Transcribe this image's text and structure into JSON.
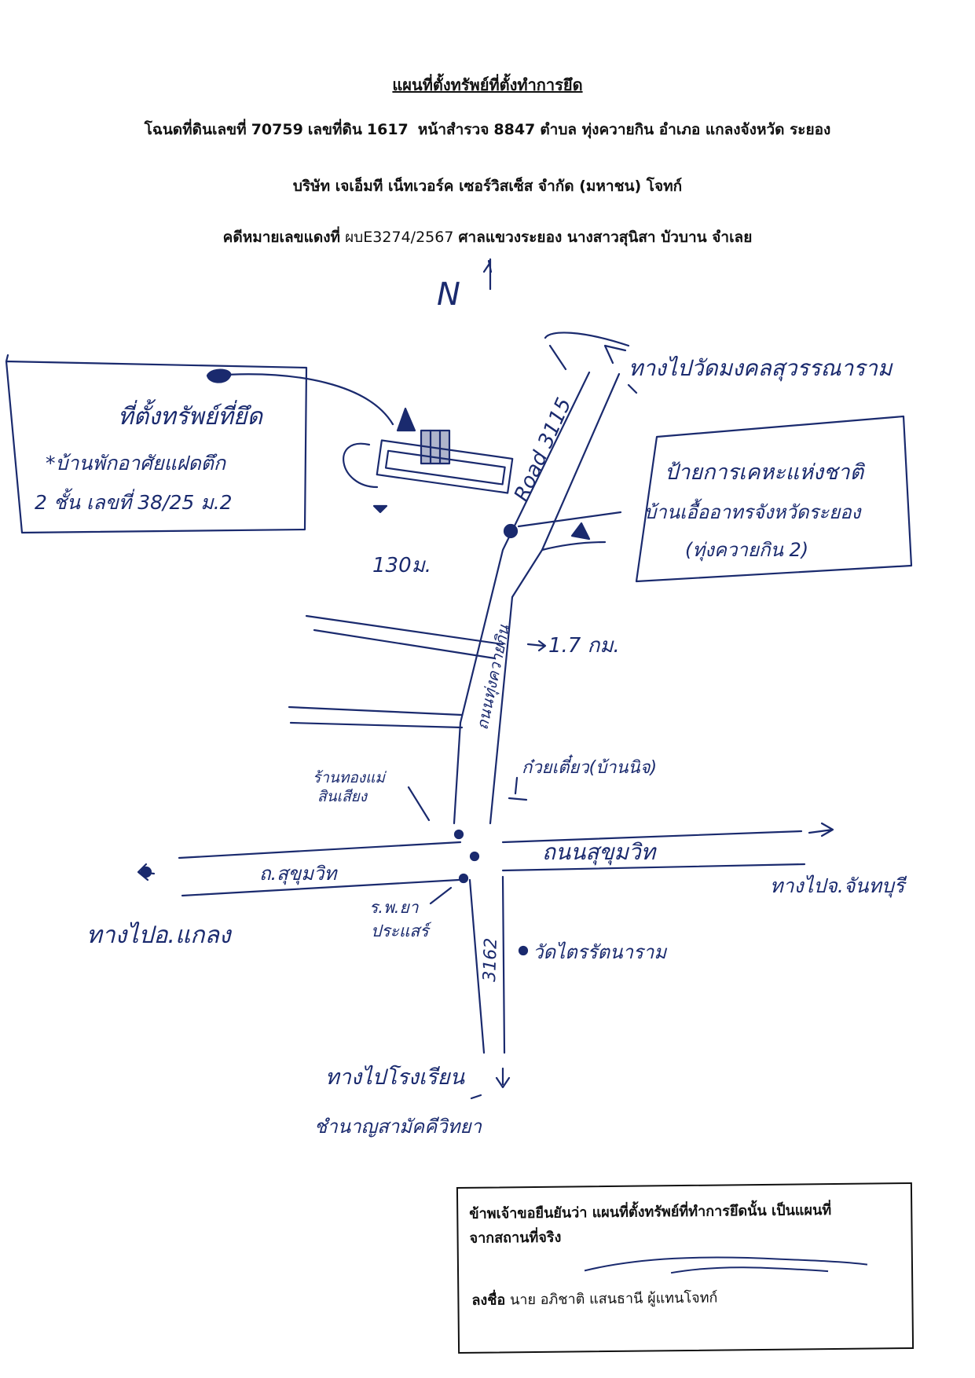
{
  "header": {
    "title": "แผนที่ตั้งทรัพย์ที่ตั้งทำการยึด",
    "deed_prefix": "โฉนดที่ดินเลขที่",
    "deed_no": "70759",
    "land_prefix": "เลขที่ดิน",
    "land_no": "1617",
    "survey_prefix": "หน้าสำรวจ",
    "survey_no": "8847",
    "location": "ตำบล ทุ่งควายกิน อำเภอ แกลงจังหวัด ระยอง",
    "plaintiff": "บริษัท เจเอ็มที เน็ทเวอร์ค เซอร์วิสเซ็ส จำกัด (มหาชน) โจทก์",
    "case_prefix": "คดีหมายเลขแดงที่",
    "case_no": "ผบE3274/2567",
    "case_rest": "ศาลแขวงระยอง นางสาวสุนิสา บัวบาน จำเลย"
  },
  "map": {
    "north_label": "N",
    "labels": {
      "to_temple_top": "ทางไปวัดมงคลสุวรรณาราม",
      "seized_location": "ที่ตั้งทรัพย์ที่ยึด",
      "house_desc": "*บ้านพักอาศัยแฝดตึก",
      "house_desc2": "2 ชั้น เลขที่ 38/25 ม.2",
      "landmark1": "ป้ายการเคหะแห่งชาติ",
      "landmark2": "บ้านเอื้ออาทรจังหวัดระยอง",
      "landmark3": "(ทุ่งควายกิน 2)",
      "road_top": "Road 3115",
      "dist_130": "130ม.",
      "dist_17": "1.7 กม.",
      "road_vertical": "ถนนทุ่งควายกิน",
      "noodle": "ก๋วยเตี๋ยว(บ้านนิจ)",
      "shop_left": "ร้านทองแม่",
      "shop_left2": "สินเสียง",
      "sukhumvit_right": "ถนนสุขุมวิท",
      "sukhumvit_left": "ถ.สุขุมวิท",
      "to_chanthaburi": "ทางไปจ.จันทบุรี",
      "to_klaeng": "ทางไปอ.แกลง",
      "hospital": "ร.พ.ยา",
      "hospital2": "ประแสร์",
      "road_3162": "3162",
      "temple_bottom": "วัดไตรรัตนาราม",
      "to_bottom": "ทางไปโรงเรียน",
      "school": "ชำนาญสามัคคีวิทยา"
    }
  },
  "certification": {
    "line1": "ข้าพเจ้าขอยืนยันว่า แผนที่ตั้งทรัพย์ที่ทำการยึดนั้น เป็นแผนที่",
    "line2": "จากสถานที่จริง",
    "sign_prefix": "ลงชื่อ",
    "signer": "นาย อภิชาติ แสนธานี ผู้แทนโจทก์"
  },
  "colors": {
    "ink": "#1a2a6e",
    "print": "#111111"
  }
}
